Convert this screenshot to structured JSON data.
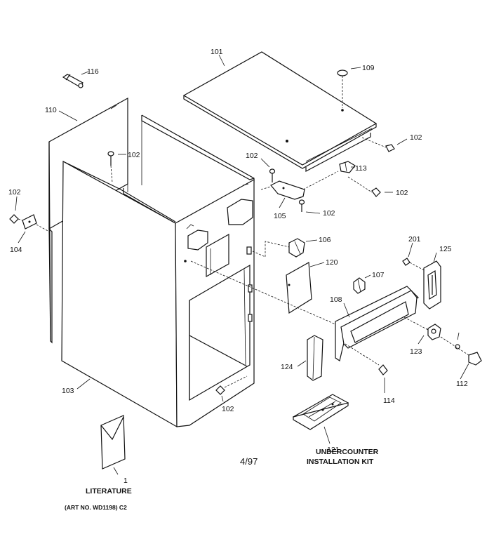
{
  "parts": {
    "p101": "101",
    "p109": "109",
    "p102a": "102",
    "p116": "116",
    "p110": "110",
    "p102b": "102",
    "p102c": "102",
    "p113": "113",
    "p102d": "102",
    "p102e": "102",
    "p104": "104",
    "p105": "105",
    "p102f": "102",
    "p106": "106",
    "p120": "120",
    "p201": "201",
    "p125": "125",
    "p107": "107",
    "p108": "108",
    "p123": "123",
    "p112": "112",
    "p124": "124",
    "p114": "114",
    "p103": "103",
    "p102g": "102",
    "p121": "121",
    "p1": "1"
  },
  "captions": {
    "kit_line1": "UNDERCOUNTER",
    "kit_line2": "INSTALLATION KIT",
    "literature": "LITERATURE",
    "art_no": "(ART NO. WD1198) C2",
    "date": "4/97"
  }
}
